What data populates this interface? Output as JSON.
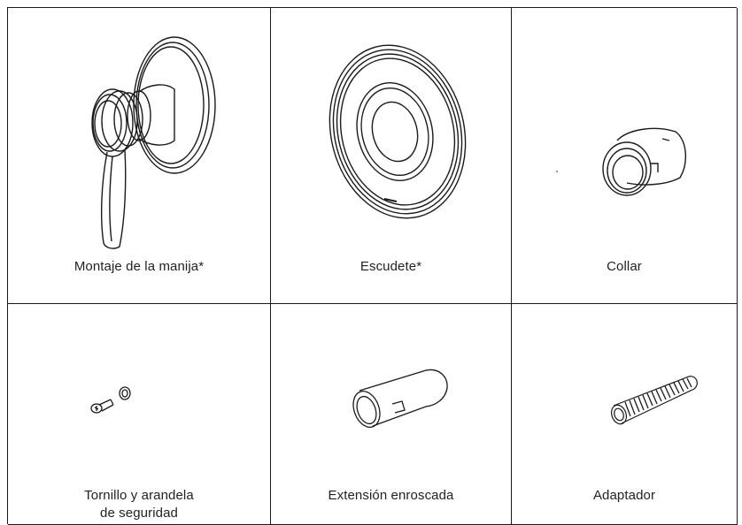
{
  "parts": [
    {
      "label": "Montaje de la manija*",
      "icon": "handle-assembly-icon"
    },
    {
      "label": "Escudete*",
      "icon": "escutcheon-icon"
    },
    {
      "label": "Collar",
      "icon": "collar-icon"
    },
    {
      "label_lines": [
        "Tornillo y arandela",
        "de seguridad"
      ],
      "icon": "screw-washer-icon"
    },
    {
      "label": "Extensión enroscada",
      "icon": "threaded-extension-icon"
    },
    {
      "label": "Adaptador",
      "icon": "adapter-icon"
    }
  ]
}
